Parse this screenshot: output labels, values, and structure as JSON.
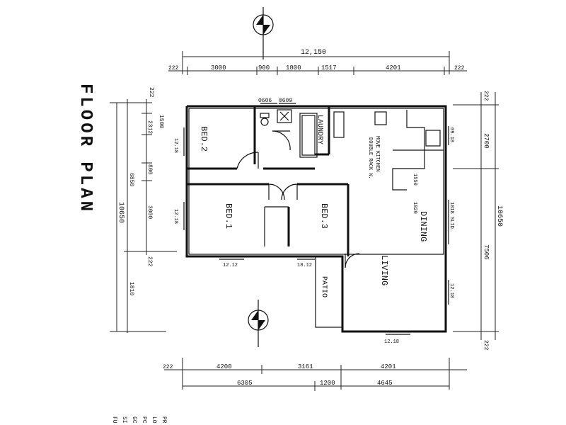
{
  "title": "FLOOR PLAN",
  "rooms": {
    "bed2": "BED.2",
    "bed1": "BED.1",
    "bed3": "BED.3",
    "laundry": "LAUNDRY",
    "dining": "DINING",
    "living": "LIVING",
    "patio": "PATIO"
  },
  "notes": {
    "kitchen_note_1": "MOVE KITCHEN",
    "kitchen_note_2": "DOUBLE RACK W."
  },
  "dimensions": {
    "top_total": "12,150",
    "top_segments": [
      "222",
      "3000",
      "900",
      "1800",
      "1517",
      "4201",
      "222"
    ],
    "bottom_segments_upper": [
      "222",
      "4200",
      "3161",
      "4201"
    ],
    "bottom_segments_lower": [
      "6305",
      "1200",
      "4645"
    ],
    "left_total": "10650",
    "left_segments": [
      "222",
      "1500",
      "2312",
      "800",
      "6850",
      "3000",
      "222",
      "1810"
    ],
    "right_total": "10650",
    "right_segments": [
      "222",
      "2700",
      "7506",
      "222"
    ],
    "window_labels": [
      "0606",
      "0609",
      "12.18",
      "12.18",
      "12.12",
      "18.12",
      "12.18",
      "12.18",
      "09.18",
      "1550",
      "1820",
      "1818 SLID."
    ]
  },
  "footer_text": [
    "FU",
    "SI",
    "GC",
    "PC",
    "LO",
    "PR"
  ]
}
